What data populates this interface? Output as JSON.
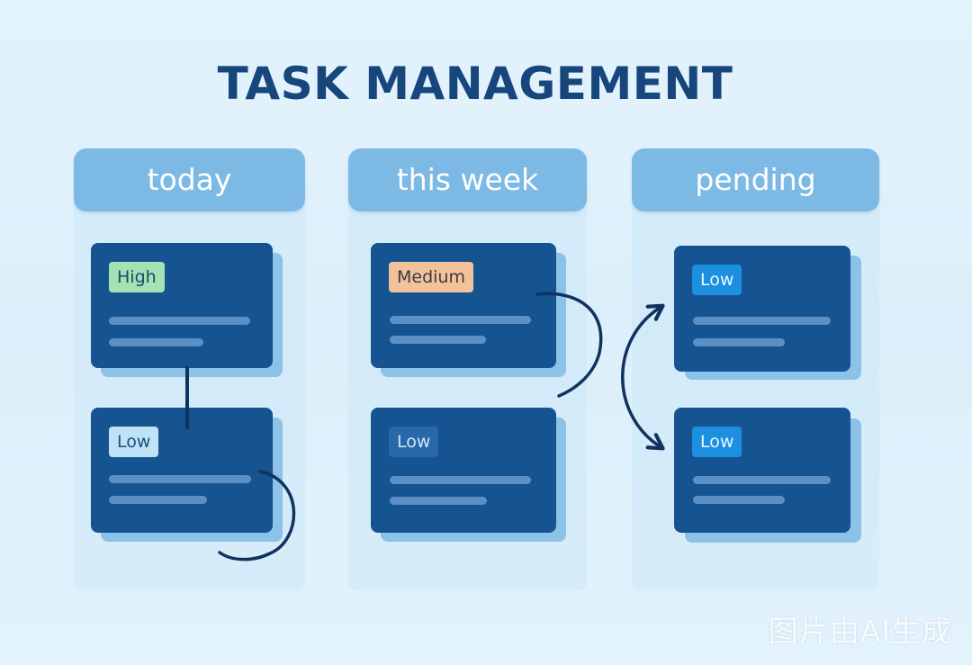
{
  "title": "TASK MANAGEMENT",
  "columns": [
    {
      "header": "today",
      "cards": [
        {
          "priority": "High"
        },
        {
          "priority": "Low"
        }
      ]
    },
    {
      "header": "this week",
      "cards": [
        {
          "priority": "Medium"
        },
        {
          "priority": "Low"
        }
      ]
    },
    {
      "header": "pending",
      "cards": [
        {
          "priority": "Low"
        },
        {
          "priority": "Low"
        }
      ]
    }
  ],
  "watermark": "图片由AI生成",
  "colors": {
    "background": "#e3f3fc",
    "title": "#16467c",
    "column_header": "#7cb9e4",
    "card": "#155391",
    "card_shadow": "#8cc1e8",
    "connector": "#10335e",
    "high": "#a4e2b2",
    "medium": "#f2c39a",
    "low_light": "#bfe2f7",
    "low_muted": "#2868a8",
    "low_blue": "#1d8fe0"
  }
}
